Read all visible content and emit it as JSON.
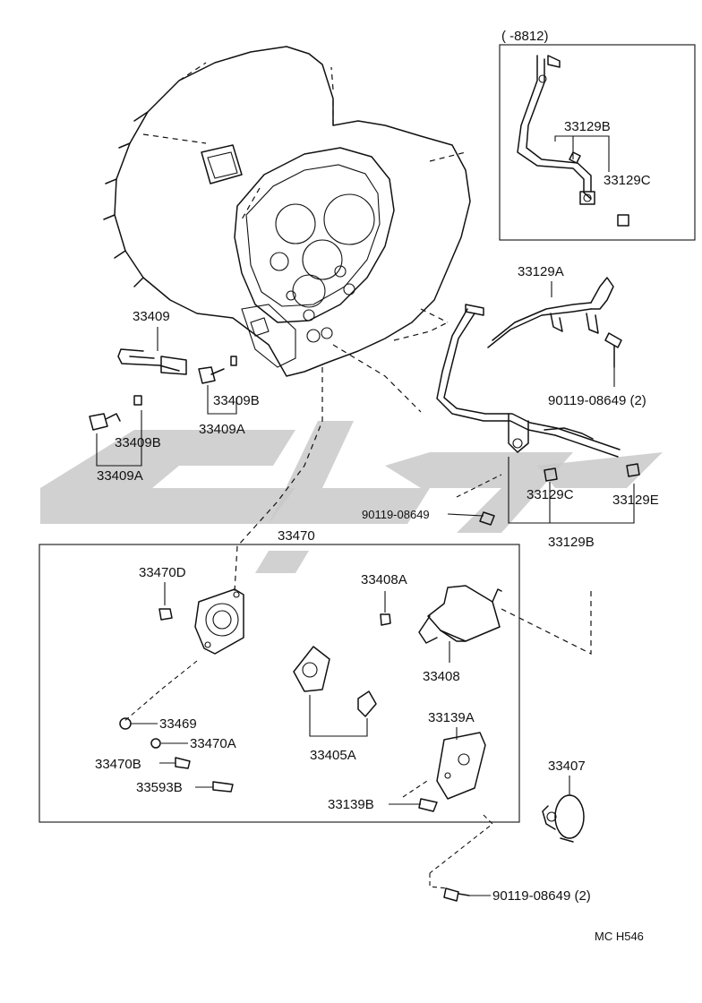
{
  "inset_range": "(      -8812)",
  "watermark_text": "",
  "labels": {
    "p33129B_inset": "33129B",
    "p33129C_inset": "33129C",
    "p33129A": "33129A",
    "p90119_08649_2_top": "90119-08649 (2)",
    "p33409": "33409",
    "p33409B_1": "33409B",
    "p33409A_1": "33409A",
    "p33409B_2": "33409B",
    "p33409A_2": "33409A",
    "p90119_08649": "90119-08649",
    "p33129C": "33129C",
    "p33129E": "33129E",
    "p33129B": "33129B",
    "p33470": "33470",
    "p33470D": "33470D",
    "p33408A": "33408A",
    "p33408": "33408",
    "p33469": "33469",
    "p33470A": "33470A",
    "p33470B": "33470B",
    "p33593B": "33593B",
    "p33405A": "33405A",
    "p33139A": "33139A",
    "p33139B": "33139B",
    "p33407": "33407",
    "p90119_08649_2_bottom": "90119-08649 (2)",
    "code": "MC  H546"
  },
  "icons": [
    "transmission-case-drawing",
    "tube-assembly-drawing",
    "bolt-icon",
    "union-fitting-icon",
    "gasket-ring-icon",
    "oil-pump-icon",
    "strainer-icon",
    "cover-plate-icon",
    "gear-icon",
    "watermark-logo"
  ]
}
